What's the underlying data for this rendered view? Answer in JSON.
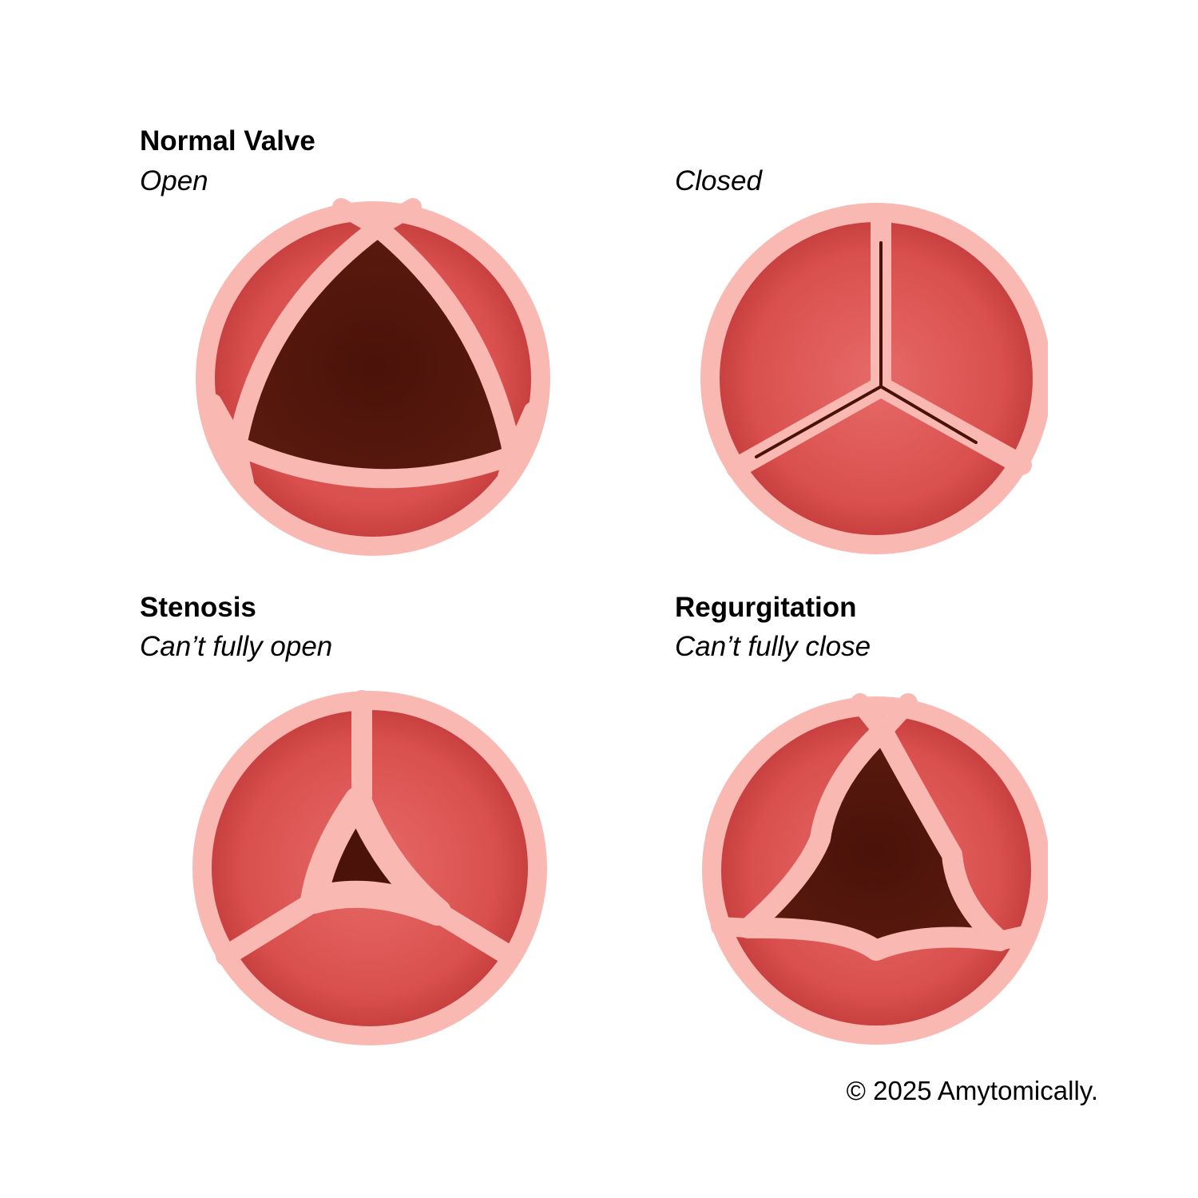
{
  "panels": [
    {
      "title": "Normal Valve",
      "subtitle": "Open"
    },
    {
      "title": "",
      "subtitle": "Closed"
    },
    {
      "title": "Stenosis",
      "subtitle": "Can’t fully open"
    },
    {
      "title": "Regurgitation",
      "subtitle": "Can’t fully close"
    }
  ],
  "copyright": "© 2025 Amytomically.",
  "colors": {
    "rim": "#f9b8b1",
    "leaflet": "#d94c4b",
    "leaflet_light": "#e66a68",
    "opening": "#4a1209"
  }
}
